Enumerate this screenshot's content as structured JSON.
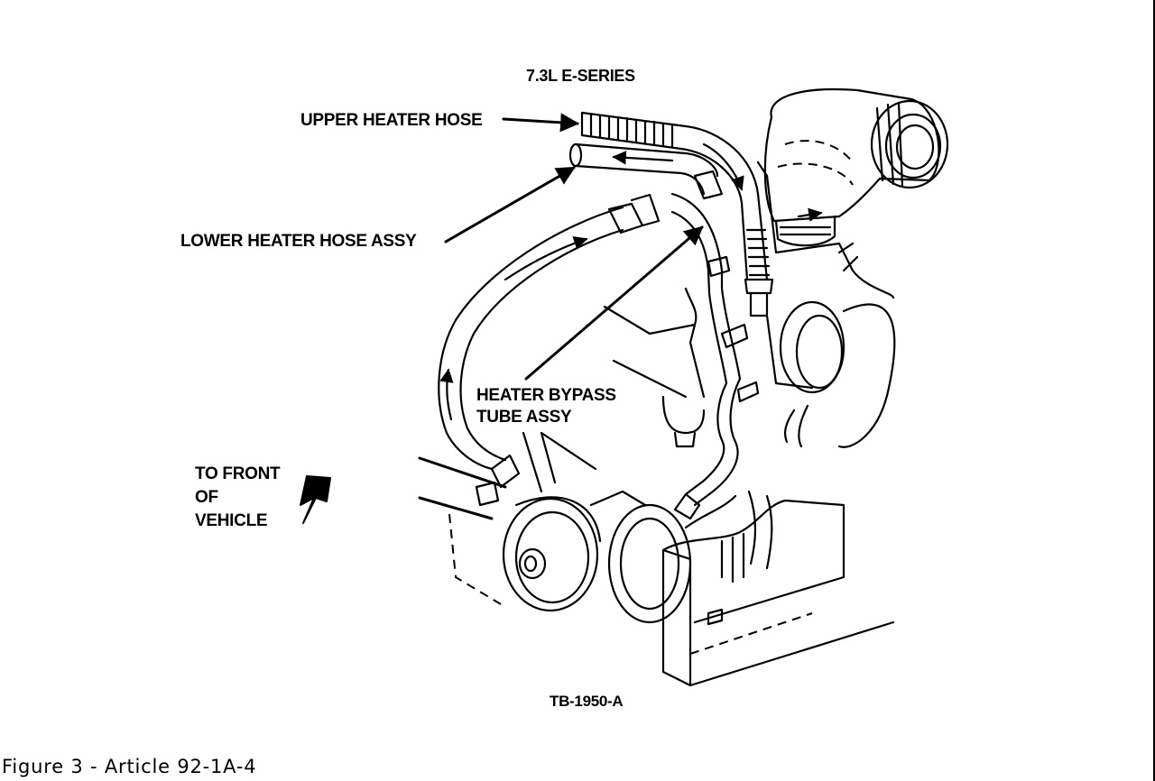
{
  "diagram": {
    "title": "7.3L E-SERIES",
    "labels": {
      "upper_heater_hose": "UPPER HEATER HOSE",
      "lower_heater_hose_assy": "LOWER HEATER HOSE ASSY",
      "heater_bypass_line1": "HEATER BYPASS",
      "heater_bypass_line2": "TUBE ASSY",
      "to_front_line1": "TO FRONT",
      "to_front_line2": "OF",
      "to_front_line3": "VEHICLE"
    },
    "figure_code": "TB-1950-A"
  },
  "caption": "Figure 3 - Article 92-1A-4"
}
